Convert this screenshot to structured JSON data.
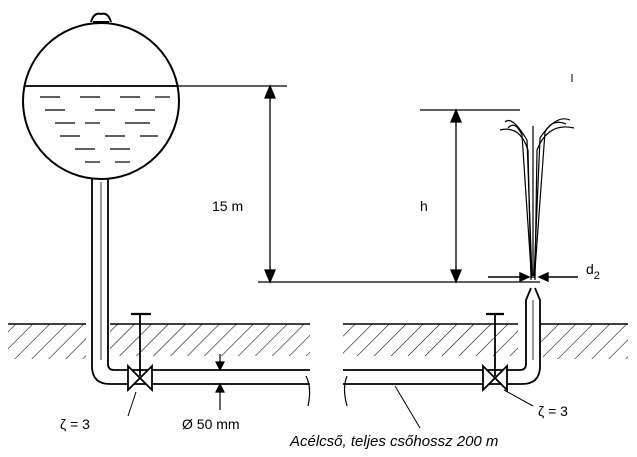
{
  "labels": {
    "height_total": "15 m",
    "jet_height": "h",
    "nozzle_diameter_main": "d",
    "nozzle_diameter_sub": "2",
    "zeta_left": "ζ  = 3",
    "zeta_right": "ζ  = 3",
    "pipe_diameter": "Ø 50 mm",
    "caption": "Acélcső, teljes csőhossz 200 m"
  },
  "icons": {
    "tank": "spherical-tank-icon",
    "valve": "valve-icon",
    "fountain": "fountain-jet-icon"
  },
  "colors": {
    "line": "#000000",
    "background": "#ffffff"
  }
}
